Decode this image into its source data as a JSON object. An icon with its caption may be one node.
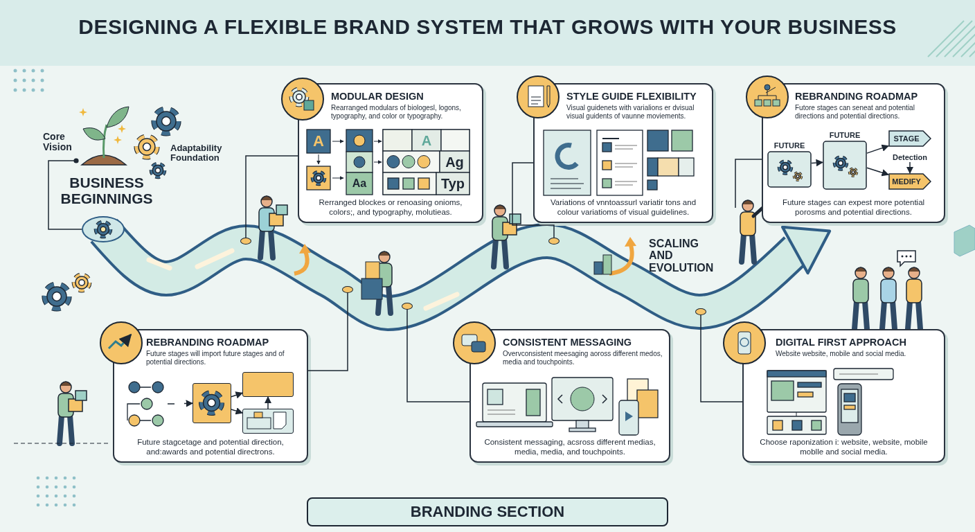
{
  "diagram": {
    "title": "DESIGNING A FLEXIBLE BRAND SYSTEM THAT GROWS WITH YOUR BUSINESS",
    "nodes": [
      {
        "text": [],
        "shape": "picture"
      },
      {
        "text": [],
        "shape": "circle"
      },
      {
        "text": [
          "MODULAR DESIGN",
          "Rearranged modulars of biologesl, logons, typography, and color or typography.",
          "Rerranged blockes or renoasing onioms, colors;, and typography, molutieas."
        ]
      },
      {
        "text": [],
        "shape": "circle"
      },
      {
        "text": [
          "STYLE GUIDE FLEXIBILITY",
          "Visual guidenets with varialions er dvisual visual guidents of vaunne moviements.",
          "Variations of vnntoassurl variatir tons and colour variatioms of visual guidelines."
        ]
      },
      {
        "text": [],
        "shape": "circle"
      },
      {
        "text": [
          "REBRANDING ROADMAP",
          "Futore stages can seneat and potential directions and potential directions.",
          "Future stages can expest more potential porosms and potential directions."
        ]
      },
      {
        "text": [
          "FUTURE"
        ],
        "in": 6
      },
      {
        "text": [
          "FUTURE"
        ],
        "in": 6
      },
      {
        "text": [
          "STAGE"
        ],
        "in": 6
      },
      {
        "text": [
          "Detection"
        ],
        "in": 6
      },
      {
        "text": [
          "MEDIFY"
        ],
        "in": 6
      },
      {
        "text": [
          "REBRANDING ROADMAP",
          "Future stages will import future stages and of potential directions.",
          "Future stagcetage and potential direction, and:awards and potential directrons."
        ]
      },
      {
        "text": [],
        "shape": "picture",
        "in": 12
      },
      {
        "text": [],
        "shape": "box",
        "in": 12
      },
      {
        "text": [],
        "shape": "box",
        "in": 12
      },
      {
        "text": [],
        "shape": "box",
        "in": 12
      },
      {
        "text": [],
        "shape": "circle"
      },
      {
        "text": [
          "CONSISTENT MESSAGING",
          "Overvconsistent meesaging aoross different medos, media and touchpoints.",
          "Consistent messaging, acsross different medias, media, media, and touchpoints."
        ]
      },
      {
        "text": [],
        "shape": "circle"
      },
      {
        "text": [
          "DIGITAL FIRST APPROACH",
          "Website website, mobile and social media.",
          "Choose raponization i: website, website, mobile moblle and social media."
        ]
      },
      {
        "text": [],
        "shape": "circle"
      }
    ],
    "edges": [
      {
        "from": 0,
        "to": 1,
        "arrow": "other"
      },
      {
        "from": 2,
        "to": 3,
        "arrow": "none"
      },
      {
        "from": 4,
        "to": 5,
        "arrow": "none"
      },
      {
        "from": 6,
        "to": null,
        "arrow": "none"
      },
      {
        "from": 7,
        "to": 8,
        "arrow": "to"
      },
      {
        "from": 8,
        "to": 9,
        "arrow": "to"
      },
      {
        "from": 8,
        "to": 11,
        "arrow": "to"
      },
      {
        "from": 10,
        "to": 11,
        "arrow": "to"
      },
      {
        "from": 13,
        "to": 14,
        "arrow": "to"
      },
      {
        "from": 14,
        "to": 15,
        "arrow": "to"
      },
      {
        "from": 14,
        "to": 16,
        "arrow": "to"
      },
      {
        "from": 16,
        "to": 15,
        "arrow": "to"
      },
      {
        "from": 12,
        "to": 17,
        "arrow": "none"
      },
      {
        "from": 18,
        "to": 19,
        "arrow": "none"
      },
      {
        "from": 20,
        "to": 21,
        "arrow": "none"
      }
    ],
    "labels": [
      "Core Vision",
      "Adaptability Foundation",
      "BUSINESS BEGINNINGS",
      "A",
      "Aa",
      "A",
      "Ag",
      "Typ",
      "SCALING AND EVOLUTION",
      "BRANDING SECTION"
    ]
  }
}
